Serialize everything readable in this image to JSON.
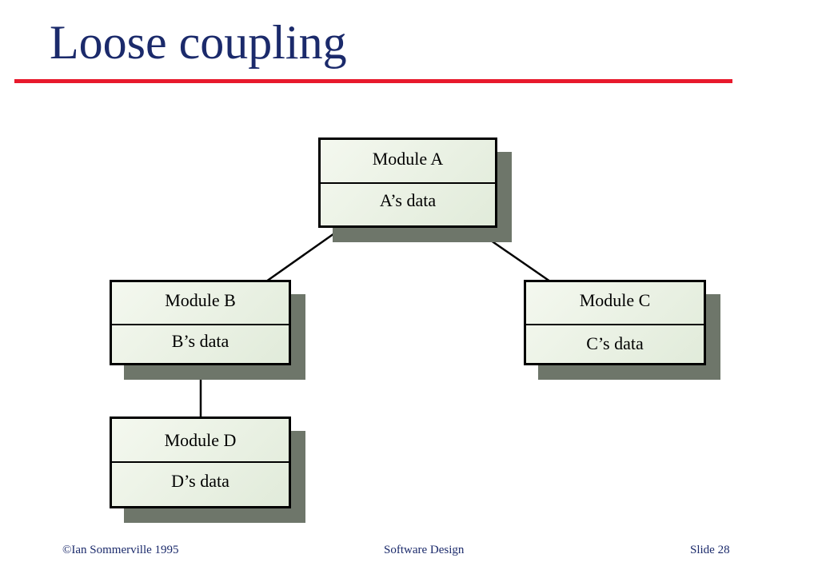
{
  "slide": {
    "title": "Loose coupling",
    "accent_color": "#e8192c",
    "title_color": "#1b2a6b"
  },
  "modules": {
    "a": {
      "name": "Module A",
      "data": "A’s data"
    },
    "b": {
      "name": "Module B",
      "data": "B’s data"
    },
    "c": {
      "name": "Module C",
      "data": "C’s data"
    },
    "d": {
      "name": "Module D",
      "data": "D’s data"
    }
  },
  "connections": [
    {
      "from": "Module A",
      "to": "Module B"
    },
    {
      "from": "Module A",
      "to": "Module C"
    },
    {
      "from": "Module B",
      "to": "Module D"
    }
  ],
  "footer": {
    "copyright": "©Ian Sommerville 1995",
    "course": "Software Design",
    "slide_number": "Slide 28"
  }
}
